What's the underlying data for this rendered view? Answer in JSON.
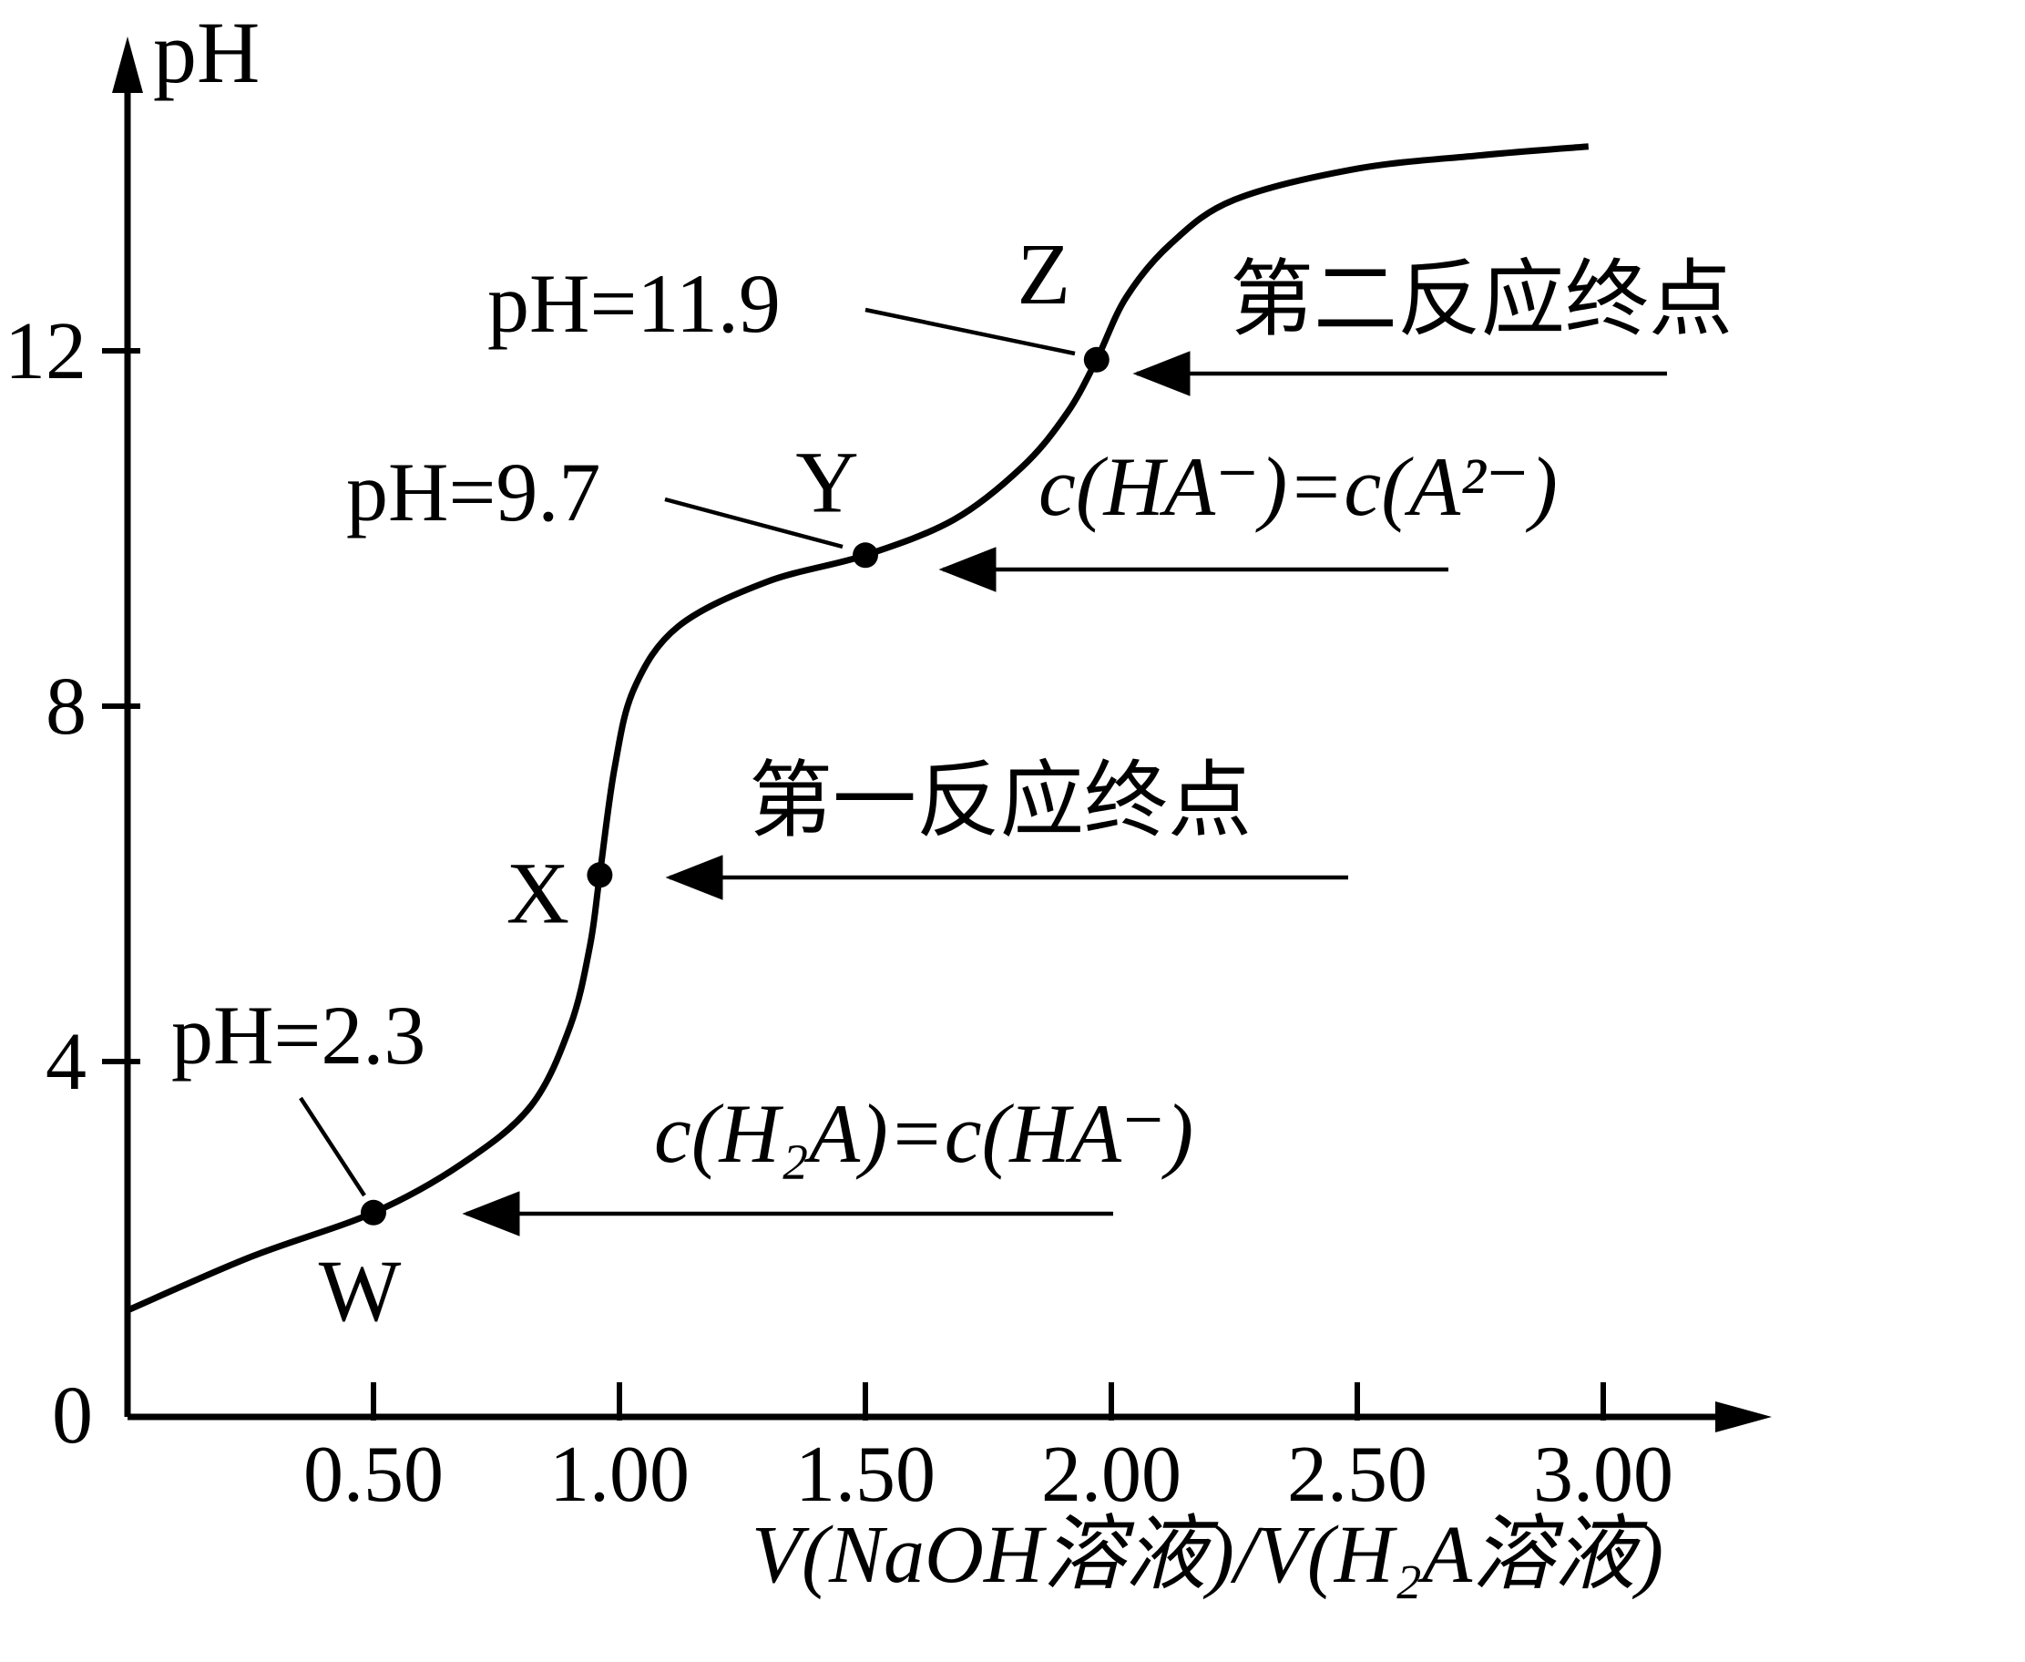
{
  "chart_data": {
    "type": "line",
    "title": "",
    "xlabel": "V(NaOH溶液)/V(H₂A溶液)",
    "ylabel": "pH",
    "xlim": [
      0,
      3.3
    ],
    "ylim": [
      0,
      14.8
    ],
    "grid": false,
    "legend": "none",
    "x_ticks": [
      "0.50",
      "1.00",
      "1.50",
      "2.00",
      "2.50",
      "3.00"
    ],
    "x_tick_values": [
      0.5,
      1.0,
      1.5,
      2.0,
      2.5,
      3.0
    ],
    "y_ticks": [
      "4",
      "8",
      "12"
    ],
    "y_tick_values": [
      4,
      8,
      12
    ],
    "origin_label": "0",
    "curve": [
      [
        0,
        1.2
      ],
      [
        0.25,
        1.8
      ],
      [
        0.5,
        2.3
      ],
      [
        0.68,
        2.85
      ],
      [
        0.82,
        3.5
      ],
      [
        0.9,
        4.4
      ],
      [
        0.94,
        5.3
      ],
      [
        0.96,
        6.1
      ],
      [
        0.99,
        7.3
      ],
      [
        1.03,
        8.2
      ],
      [
        1.12,
        8.9
      ],
      [
        1.3,
        9.4
      ],
      [
        1.5,
        9.7
      ],
      [
        1.68,
        10.1
      ],
      [
        1.82,
        10.7
      ],
      [
        1.91,
        11.3
      ],
      [
        1.97,
        11.9
      ],
      [
        2.03,
        12.6
      ],
      [
        2.12,
        13.2
      ],
      [
        2.25,
        13.7
      ],
      [
        2.5,
        14.05
      ],
      [
        2.75,
        14.2
      ],
      [
        2.97,
        14.3
      ]
    ],
    "points": [
      {
        "label": "W",
        "x": 0.5,
        "pH": 2.3
      },
      {
        "label": "X",
        "x": 0.96,
        "pH": 6.1
      },
      {
        "label": "Y",
        "x": 1.5,
        "pH": 9.7
      },
      {
        "label": "Z",
        "x": 1.97,
        "pH": 11.9
      }
    ],
    "annotations": {
      "ph_z": "pH=11.9",
      "second_endpoint": "第二反应终点",
      "ph_y": "pH=9.7",
      "equal_ha_a": "c(HA⁻)=c(A²⁻)",
      "first_endpoint": "第一反应终点",
      "ph_w": "pH=2.3",
      "equal_h2a_ha": "c(H₂A)=c(HA⁻)"
    },
    "colors": {
      "line": "#000000",
      "background": "#ffffff"
    }
  }
}
